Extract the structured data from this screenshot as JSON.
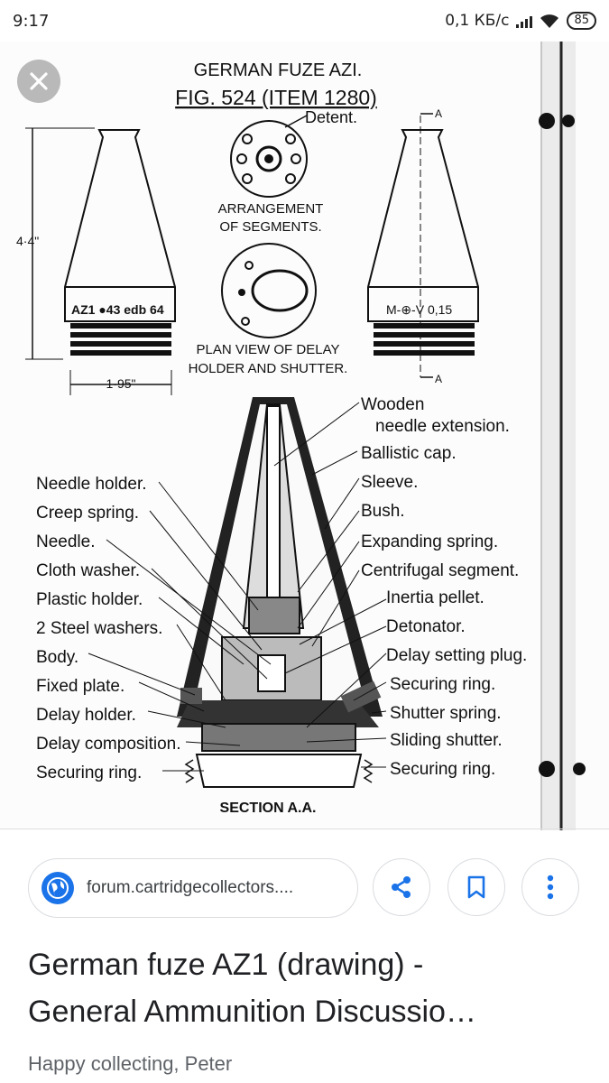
{
  "status_bar": {
    "time": "9:17",
    "network_speed": "0,1 КБ/с",
    "battery": "85",
    "icons": [
      "signal-icon",
      "wifi-icon",
      "battery-icon"
    ]
  },
  "viewer": {
    "close_icon": "close-icon",
    "drawing": {
      "title": "GERMAN FUZE AZI.",
      "fig": "FIG. 524 (ITEM 1280)",
      "detent": "Detent.",
      "arrangement": [
        "ARRANGEMENT",
        "OF SEGMENTS."
      ],
      "plan_view": [
        "PLAN VIEW OF DELAY",
        "HOLDER AND SHUTTER."
      ],
      "height_dim": "4·4\"",
      "width_dim": "1·95\"",
      "left_marking": "AZ1 ●43 edb 64",
      "right_marking": "M-⊕-V 0,15",
      "section_mark": "A",
      "section_label": "SECTION A.A.",
      "left_labels": [
        "Needle holder.",
        "Creep spring.",
        "Needle.",
        "Cloth washer.",
        "Plastic holder.",
        "2 Steel washers.",
        "Body.",
        "Fixed plate.",
        "Delay holder.",
        "Delay composition.",
        "Securing ring."
      ],
      "right_labels": [
        "Wooden",
        "needle extension.",
        "Ballistic cap.",
        "Sleeve.",
        "Bush.",
        "Expanding spring.",
        "Centrifugal segment.",
        "Inertia pellet.",
        "Detonator.",
        "Delay setting plug.",
        "Securing ring.",
        "Shutter spring.",
        "Sliding shutter.",
        "Securing ring."
      ]
    }
  },
  "result": {
    "source": "forum.cartridgecollectors....",
    "title_line1": "German fuze AZ1 (drawing) -",
    "title_line2": "General Ammunition Discussio…",
    "snippet": "Happy collecting, Peter",
    "actions": [
      "share-icon",
      "bookmark-icon",
      "more-vert-icon"
    ],
    "colors": {
      "accent": "#1a73e8",
      "chip_border": "#dadce0",
      "close_bg": "#b9b9b9"
    }
  }
}
